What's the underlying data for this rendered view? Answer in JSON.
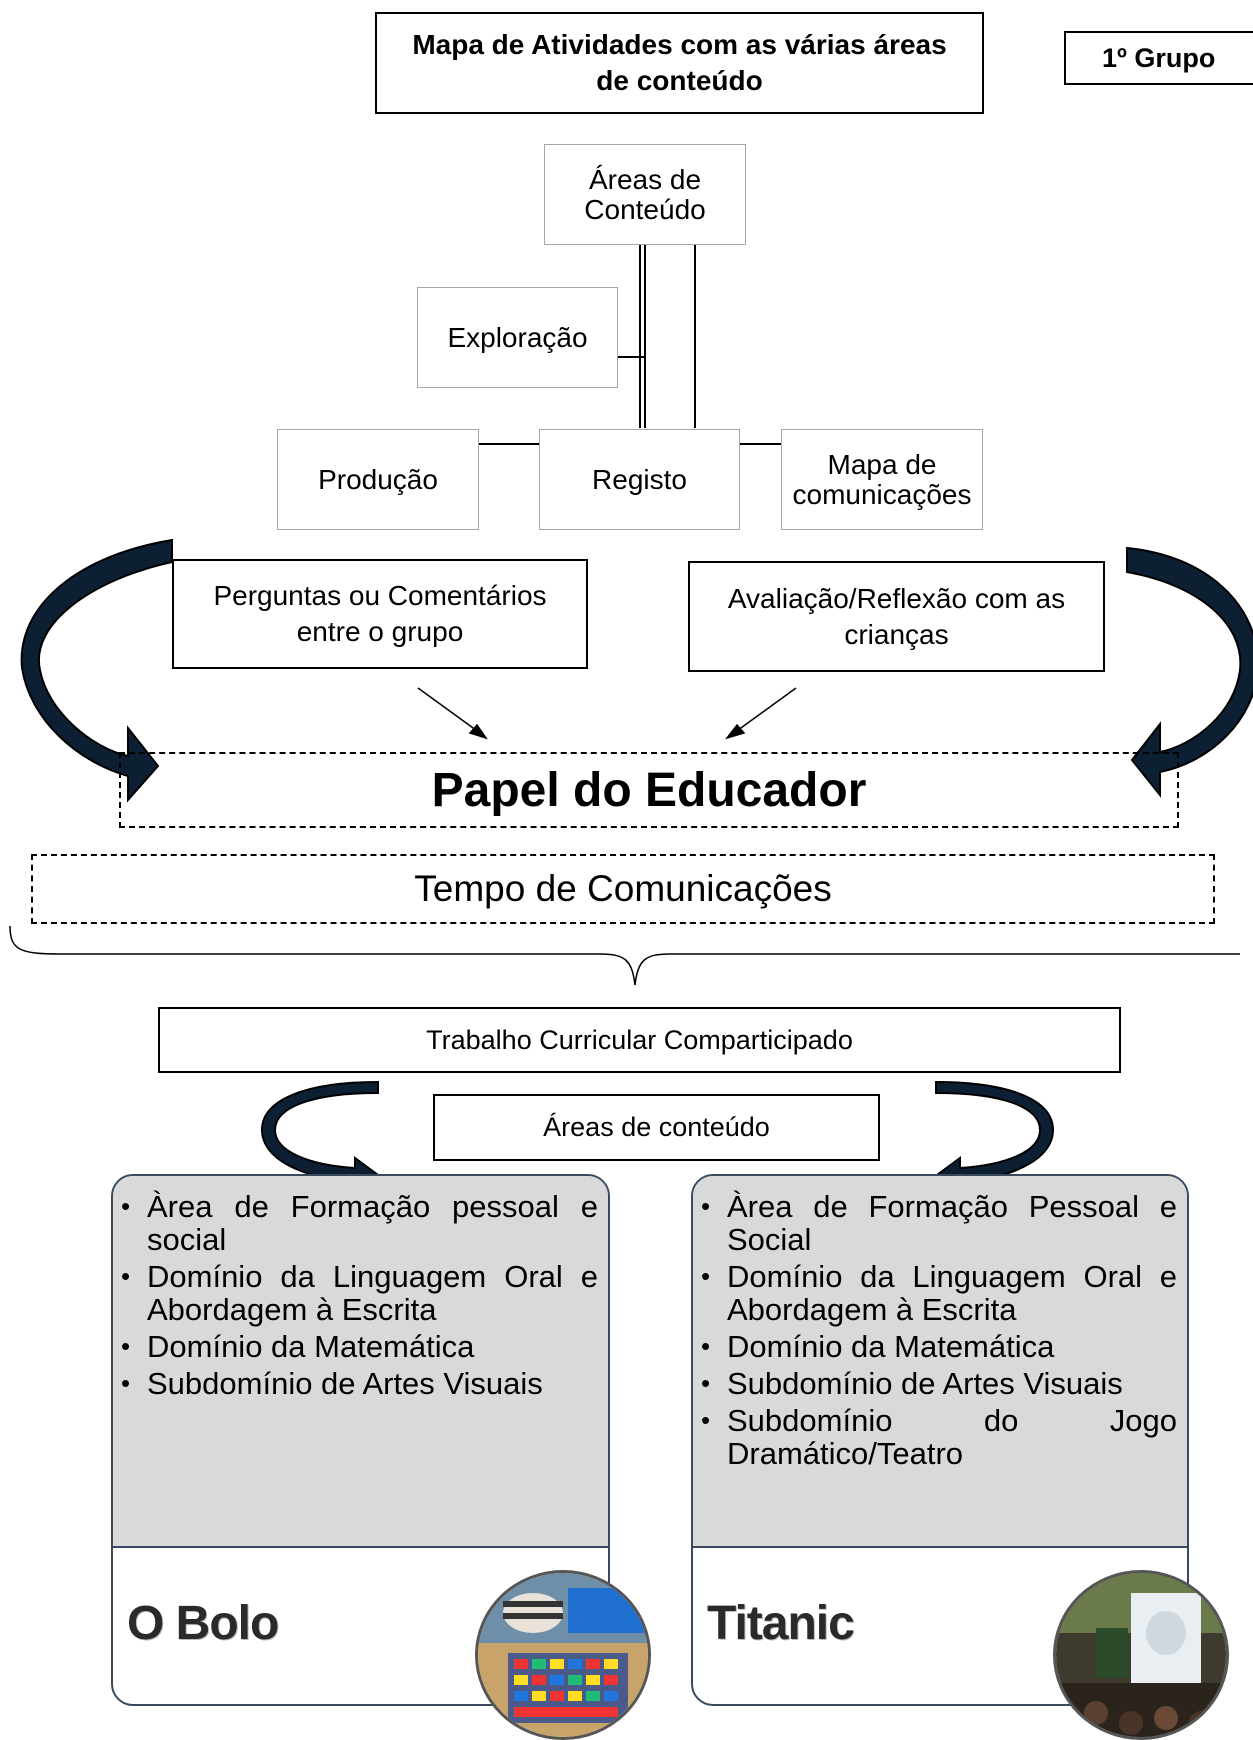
{
  "header": {
    "title": "Mapa de Atividades com as várias áreas de conteúdo",
    "group": "1º Grupo"
  },
  "org_chart": {
    "root": "Áreas de Conteúdo",
    "exploracao": "Exploração",
    "producao": "Produção",
    "registo": "Registo",
    "mapa": "Mapa de comunicações"
  },
  "feedback": {
    "perguntas": "Perguntas ou Comentários entre o grupo",
    "avaliacao": "Avaliação/Reflexão com as crianças"
  },
  "papel": "Papel do Educador",
  "tempo": "Tempo de Comunicações",
  "trabalho": "Trabalho Curricular Comparticipado",
  "areas_conteudo": "Áreas de conteúdo",
  "panels": [
    {
      "items": [
        "Àrea de Formação pessoal e social",
        "Domínio da Linguagem Oral e Abordagem à Escrita",
        "Domínio da Matemática",
        "Subdomínio de Artes Visuais"
      ],
      "name": "O Bolo"
    },
    {
      "items": [
        "Àrea de Formação Pessoal e Social",
        "Domínio da Linguagem Oral e Abordagem à Escrita",
        "Domínio da Matemática",
        "Subdomínio de Artes Visuais",
        "Subdomínio do Jogo Dramático/Teatro"
      ],
      "name": "Titanic"
    }
  ],
  "colors": {
    "panel_fill": "#d9d9d9",
    "panel_border": "#3a4a5e",
    "arrow_fill": "#0d1f33"
  }
}
